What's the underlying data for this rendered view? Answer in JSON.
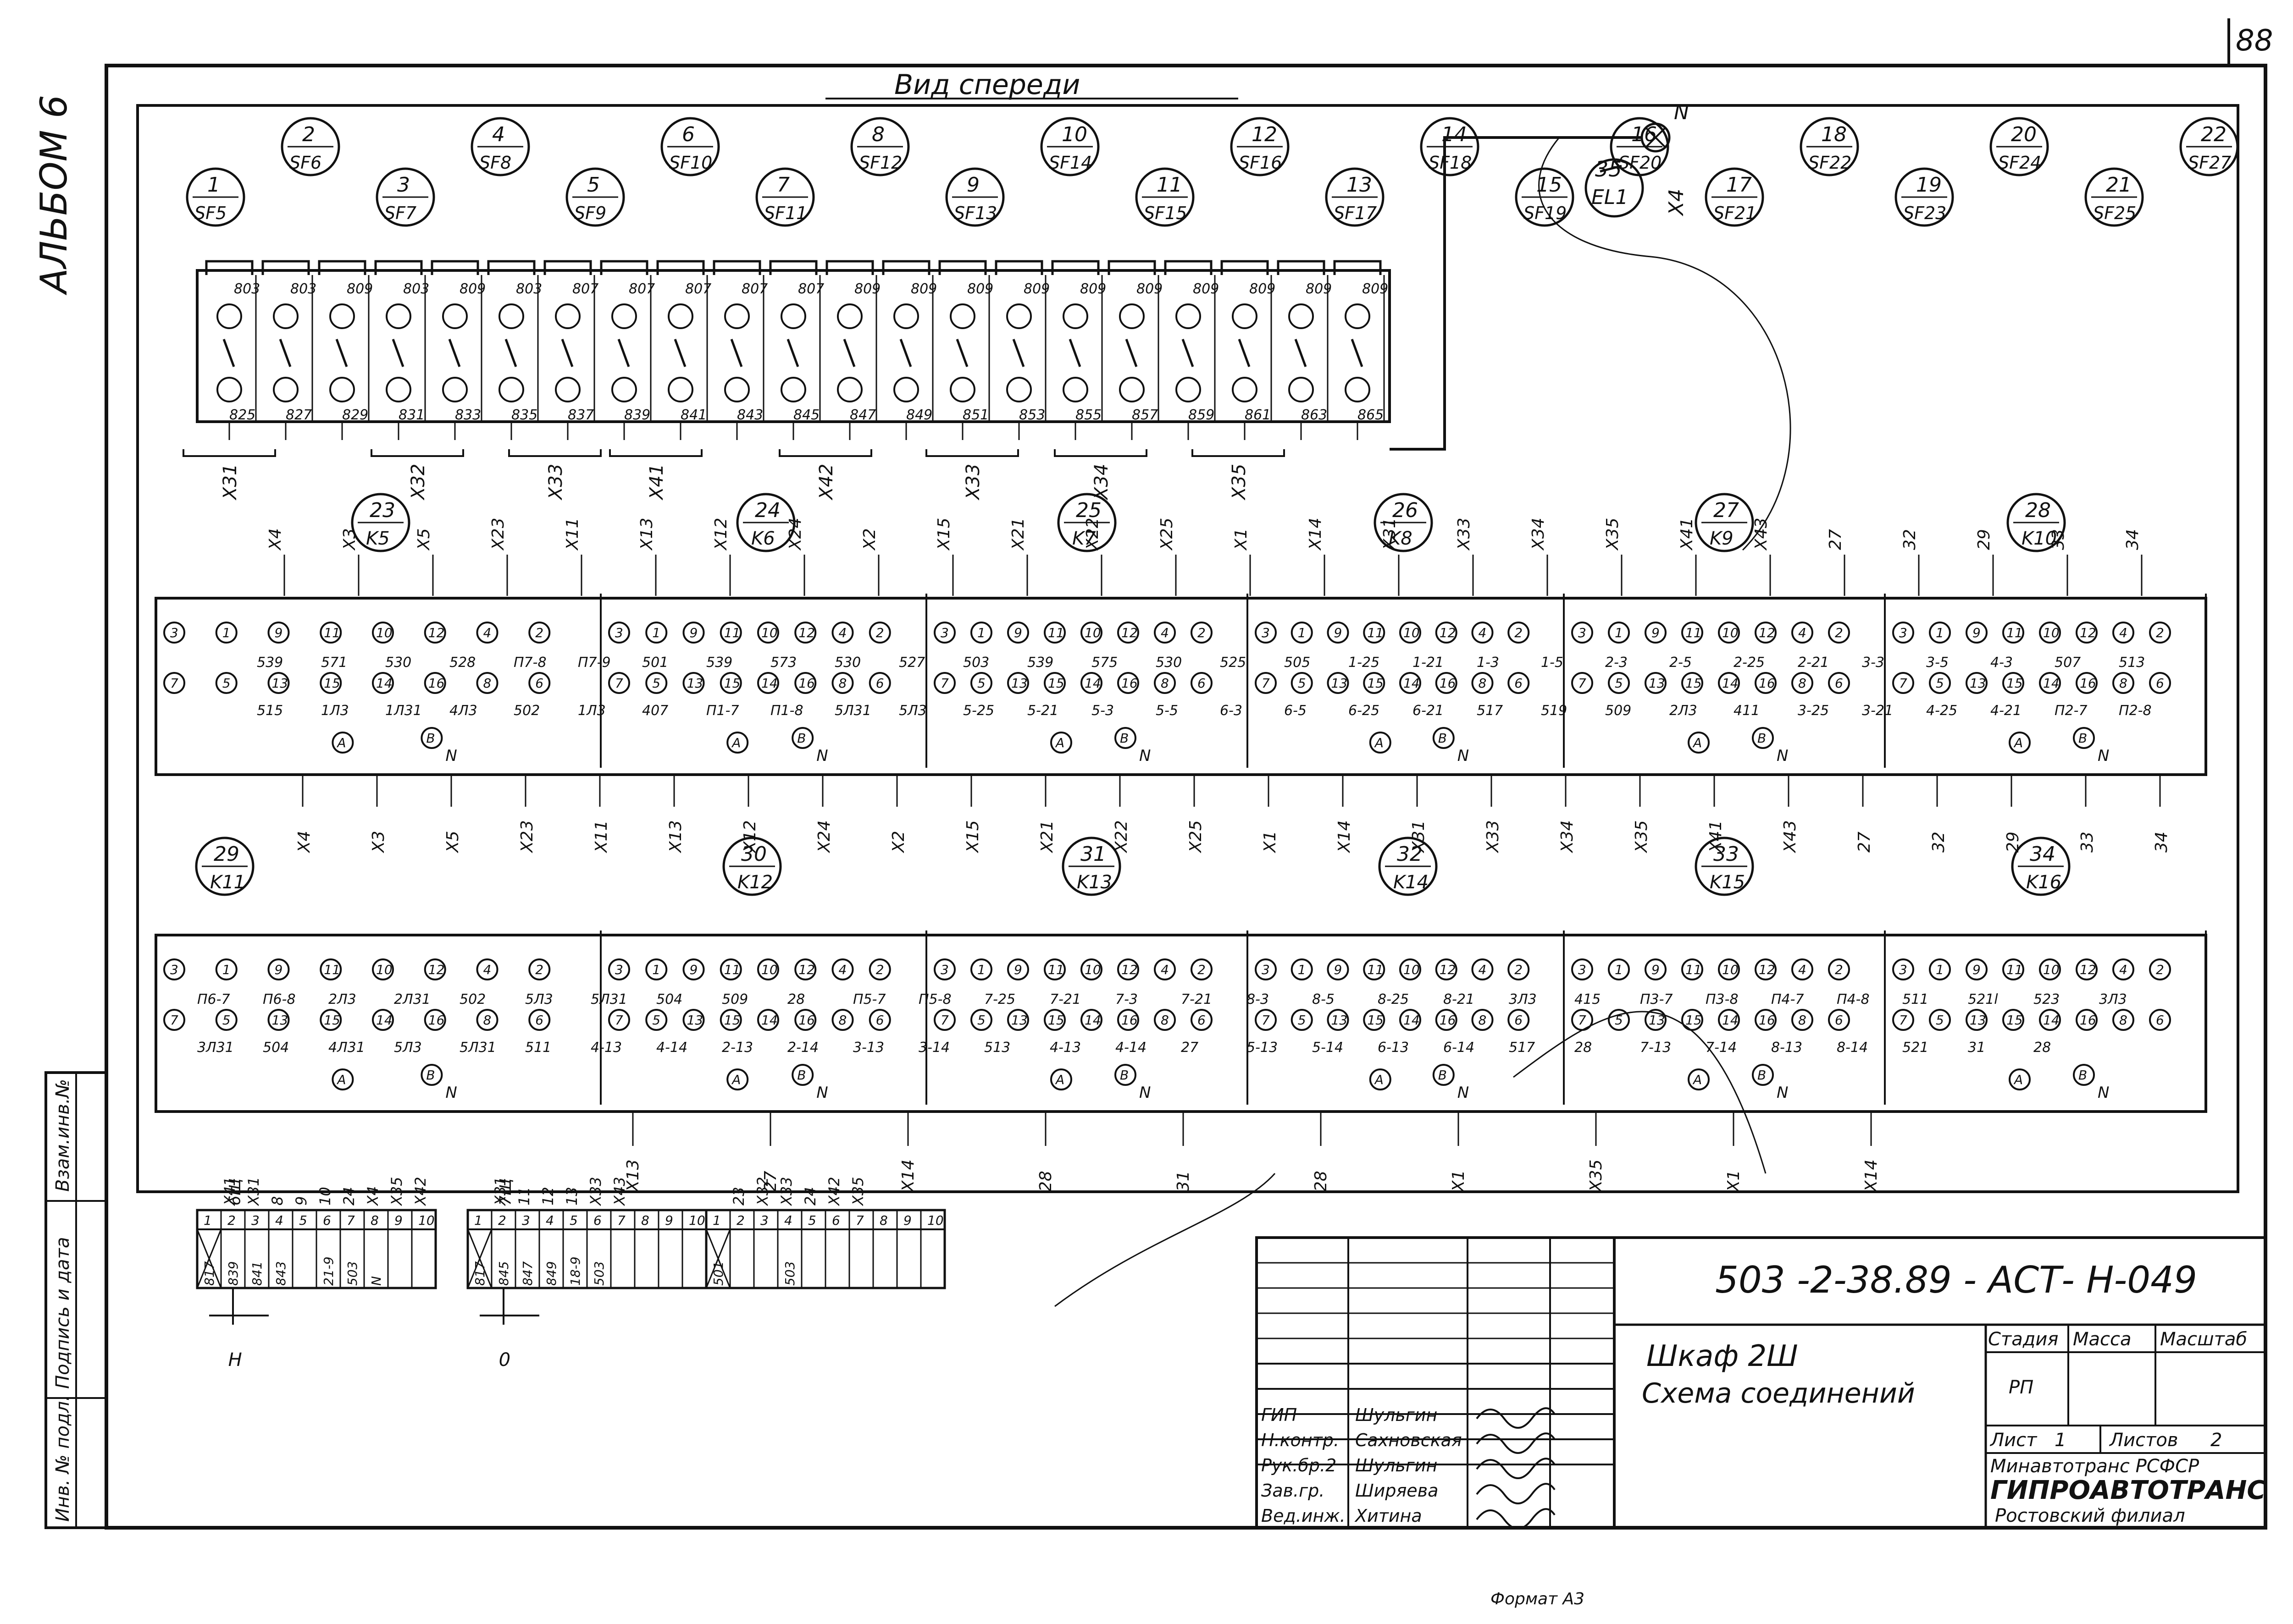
{
  "album_label": "АЛЬБОМ 6",
  "page_number": "88",
  "view_label": "Вид   спереди",
  "format_note": "Формат А3",
  "side_stamp": [
    "Инв. № подл.",
    "Подпись и дата",
    "Взам.инв.№"
  ],
  "breakers": [
    {
      "num": "1",
      "code": "SF5"
    },
    {
      "num": "2",
      "code": "SF6"
    },
    {
      "num": "3",
      "code": "SF7"
    },
    {
      "num": "4",
      "code": "SF8"
    },
    {
      "num": "5",
      "code": "SF9"
    },
    {
      "num": "6",
      "code": "SF10"
    },
    {
      "num": "7",
      "code": "SF11"
    },
    {
      "num": "8",
      "code": "SF12"
    },
    {
      "num": "9",
      "code": "SF13"
    },
    {
      "num": "10",
      "code": "SF14"
    },
    {
      "num": "11",
      "code": "SF15"
    },
    {
      "num": "12",
      "code": "SF16"
    },
    {
      "num": "13",
      "code": "SF17"
    },
    {
      "num": "14",
      "code": "SF18"
    },
    {
      "num": "15",
      "code": "SF19"
    },
    {
      "num": "16",
      "code": "SF20"
    },
    {
      "num": "17",
      "code": "SF21"
    },
    {
      "num": "18",
      "code": "SF22"
    },
    {
      "num": "19",
      "code": "SF23"
    },
    {
      "num": "20",
      "code": "SF24"
    },
    {
      "num": "21",
      "code": "SF25"
    },
    {
      "num": "22",
      "code": "SF27"
    }
  ],
  "lamp": {
    "num": "35",
    "code": "EL1",
    "n_label": "N",
    "x_label": "X4"
  },
  "breaker_top_numbers": [
    "803",
    "803",
    "809",
    "803",
    "809",
    "803",
    "807",
    "807",
    "807",
    "807",
    "807",
    "809",
    "809",
    "809",
    "809",
    "809",
    "809",
    "809",
    "809",
    "809",
    "809",
    "809"
  ],
  "breaker_bottom_numbers": [
    "825",
    "827",
    "829",
    "831",
    "833",
    "835",
    "837",
    "839",
    "841",
    "843",
    "845",
    "847",
    "849",
    "851",
    "853",
    "855",
    "857",
    "859",
    "861",
    "863",
    "865",
    ""
  ],
  "breaker_group_labels": [
    "X31",
    "X32",
    "X33",
    "X41",
    "X42",
    "X33",
    "X34",
    "X35"
  ],
  "relays_top": [
    {
      "num": "23",
      "code": "K5"
    },
    {
      "num": "24",
      "code": "K6"
    },
    {
      "num": "25",
      "code": "K7"
    },
    {
      "num": "26",
      "code": "K8"
    },
    {
      "num": "27",
      "code": "K9"
    },
    {
      "num": "28",
      "code": "K10"
    }
  ],
  "relays_bottom": [
    {
      "num": "29",
      "code": "K11"
    },
    {
      "num": "30",
      "code": "K12"
    },
    {
      "num": "31",
      "code": "K13"
    },
    {
      "num": "32",
      "code": "K14"
    },
    {
      "num": "33",
      "code": "K15"
    },
    {
      "num": "34",
      "code": "K16"
    }
  ],
  "terminal_top_row": [
    "3",
    "1",
    "9",
    "11",
    "10",
    "12",
    "4",
    "2"
  ],
  "terminal_bottom_row": [
    "7",
    "5",
    "13",
    "15",
    "14",
    "16",
    "8",
    "6"
  ],
  "wire_labels_top": [
    "539",
    "571",
    "530",
    "528",
    "П7-8",
    "П7-9",
    "501",
    "539",
    "573",
    "530",
    "527",
    "503",
    "539",
    "575",
    "530",
    "525",
    "505",
    "1-25",
    "1-21",
    "1-3",
    "1-5",
    "2-3",
    "2-5",
    "2-25",
    "2-21",
    "3-3",
    "3-5",
    "4-3",
    "507",
    "513",
    "515",
    "1Л3",
    "1Л31",
    "4Л3",
    "502",
    "1Л3",
    "407",
    "П1-7",
    "П1-8",
    "5Л31",
    "5Л3",
    "5-25",
    "5-21",
    "5-3",
    "5-5",
    "6-3",
    "6-5",
    "6-25",
    "6-21",
    "517",
    "519",
    "509",
    "2Л3",
    "411",
    "3-25",
    "3-21",
    "4-25",
    "4-21",
    "П2-7",
    "П2-8"
  ],
  "wire_labels_bottom": [
    "П6-7",
    "П6-8",
    "2Л3",
    "2Л31",
    "502",
    "5Л3",
    "5Л31",
    "504",
    "509",
    "28",
    "П5-7",
    "П5-8",
    "7-25",
    "7-21",
    "7-3",
    "7-21",
    "8-3",
    "8-5",
    "8-25",
    "8-21",
    "3Л3",
    "415",
    "П3-7",
    "П3-8",
    "П4-7",
    "П4-8",
    "511",
    "521l",
    "523",
    "3Л3",
    "3Л31",
    "504",
    "4Л31",
    "5Л3",
    "5Л31",
    "511",
    "4-13",
    "4-14",
    "2-13",
    "2-14",
    "3-13",
    "3-14",
    "513",
    "4-13",
    "4-14",
    "27",
    "5-13",
    "5-14",
    "6-13",
    "6-14",
    "517",
    "28",
    "7-13",
    "7-14",
    "8-13",
    "8-14",
    "521",
    "31",
    "28"
  ],
  "cable_labels": [
    "X4",
    "X3",
    "X5",
    "X23",
    "X11",
    "X13",
    "X12",
    "X24",
    "X2",
    "X15",
    "X21",
    "X22",
    "X25",
    "X1",
    "X14",
    "X31",
    "X33",
    "X34",
    "X35",
    "X41",
    "X43",
    "27",
    "32",
    "29",
    "33",
    "34"
  ],
  "terminal_blocks": [
    {
      "name": "6Щ",
      "cells": [
        "817",
        "839",
        "841",
        "843",
        "",
        "21-9",
        "503",
        "N",
        "",
        ""
      ],
      "bus": "Н",
      "headers": [
        "X41",
        "X31",
        "8",
        "9",
        "10",
        "24",
        "X4",
        "X35",
        "X42"
      ]
    },
    {
      "name": "7Щ",
      "cells": [
        "817",
        "845",
        "847",
        "849",
        "18-9",
        "503",
        "",
        "",
        "",
        ""
      ],
      "bus": "0",
      "headers": [
        "X31",
        "11",
        "12",
        "13",
        "X33",
        "X43"
      ]
    },
    {
      "name": "",
      "cells": [
        "501",
        "",
        "",
        "503",
        "",
        "",
        "",
        "",
        "",
        ""
      ],
      "bus": "",
      "headers": [
        "23",
        "X32",
        "X33",
        "24",
        "X42",
        "X35"
      ]
    }
  ],
  "title_block": {
    "doc_code": "503 -2-38.89  -  АСТ- Н-049",
    "title_line1": "Шкаф  2Ш",
    "title_line2": "Схема  соединений",
    "stage_header": "Стадия",
    "mass_header": "Масса",
    "scale_header": "Масштаб",
    "stage_value": "РП",
    "sheet_label": "Лист",
    "sheet_value": "1",
    "sheets_label": "Листов",
    "sheets_value": "2",
    "org_line1": "Минавтотранс РСФСР",
    "org_line2": "ГИПРОАВТОТРАНС",
    "org_line3": "Ростовский  филиал",
    "signatures": [
      {
        "role": "ГИП",
        "name": "Шульгин"
      },
      {
        "role": "Н.контр.",
        "name": "Сахновская"
      },
      {
        "role": "Рук.бр.2",
        "name": "Шульгин"
      },
      {
        "role": "Зав.гр.",
        "name": "Ширяева"
      },
      {
        "role": "Вед.инж.",
        "name": "Хитина"
      }
    ]
  }
}
